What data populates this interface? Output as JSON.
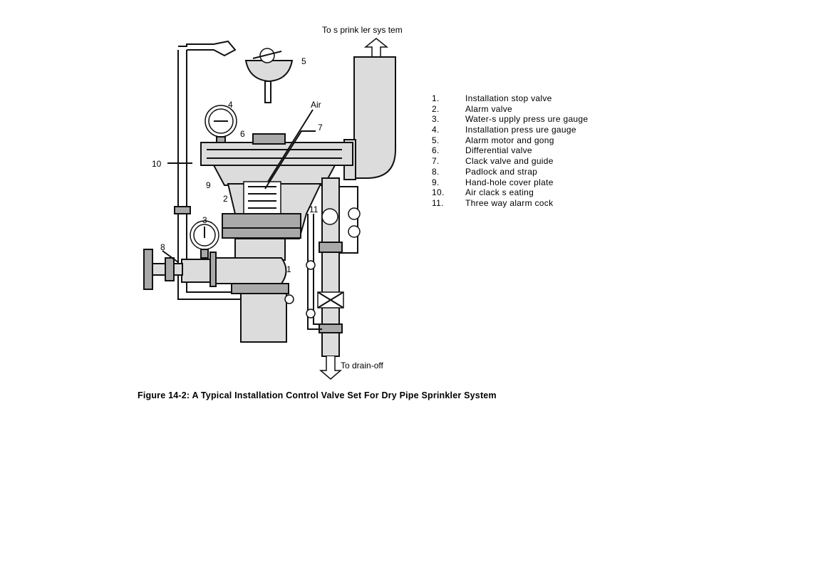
{
  "labels": {
    "to_sprinkler": "To s prink ler sys tem",
    "to_drain": "To drain-off",
    "air": "Air",
    "n1": "1",
    "n2": "2",
    "n3": "3",
    "n4": "4",
    "n5": "5",
    "n6": "6",
    "n7": "7",
    "n8": "8",
    "n9": "9",
    "n10": "10",
    "n11": "11"
  },
  "legend": [
    {
      "num": "1.",
      "text": "Installation stop valve"
    },
    {
      "num": "2.",
      "text": "Alarm valve"
    },
    {
      "num": "3.",
      "text": "Water-s upply press ure gauge"
    },
    {
      "num": "4.",
      "text": "Installation press ure gauge"
    },
    {
      "num": "5.",
      "text": "Alarm motor and gong"
    },
    {
      "num": "6.",
      "text": "Differential valve"
    },
    {
      "num": "7.",
      "text": "Clack valve and guide"
    },
    {
      "num": "8.",
      "text": "Padlock and strap"
    },
    {
      "num": "9.",
      "text": "Hand-hole cover plate"
    },
    {
      "num": "10.",
      "text": "Air clack s eating"
    },
    {
      "num": "11.",
      "text": "Three way alarm cock"
    }
  ],
  "caption": "Figure 14-2: A Typical Installation Control Valve Set For Dry Pipe Sprinkler System"
}
